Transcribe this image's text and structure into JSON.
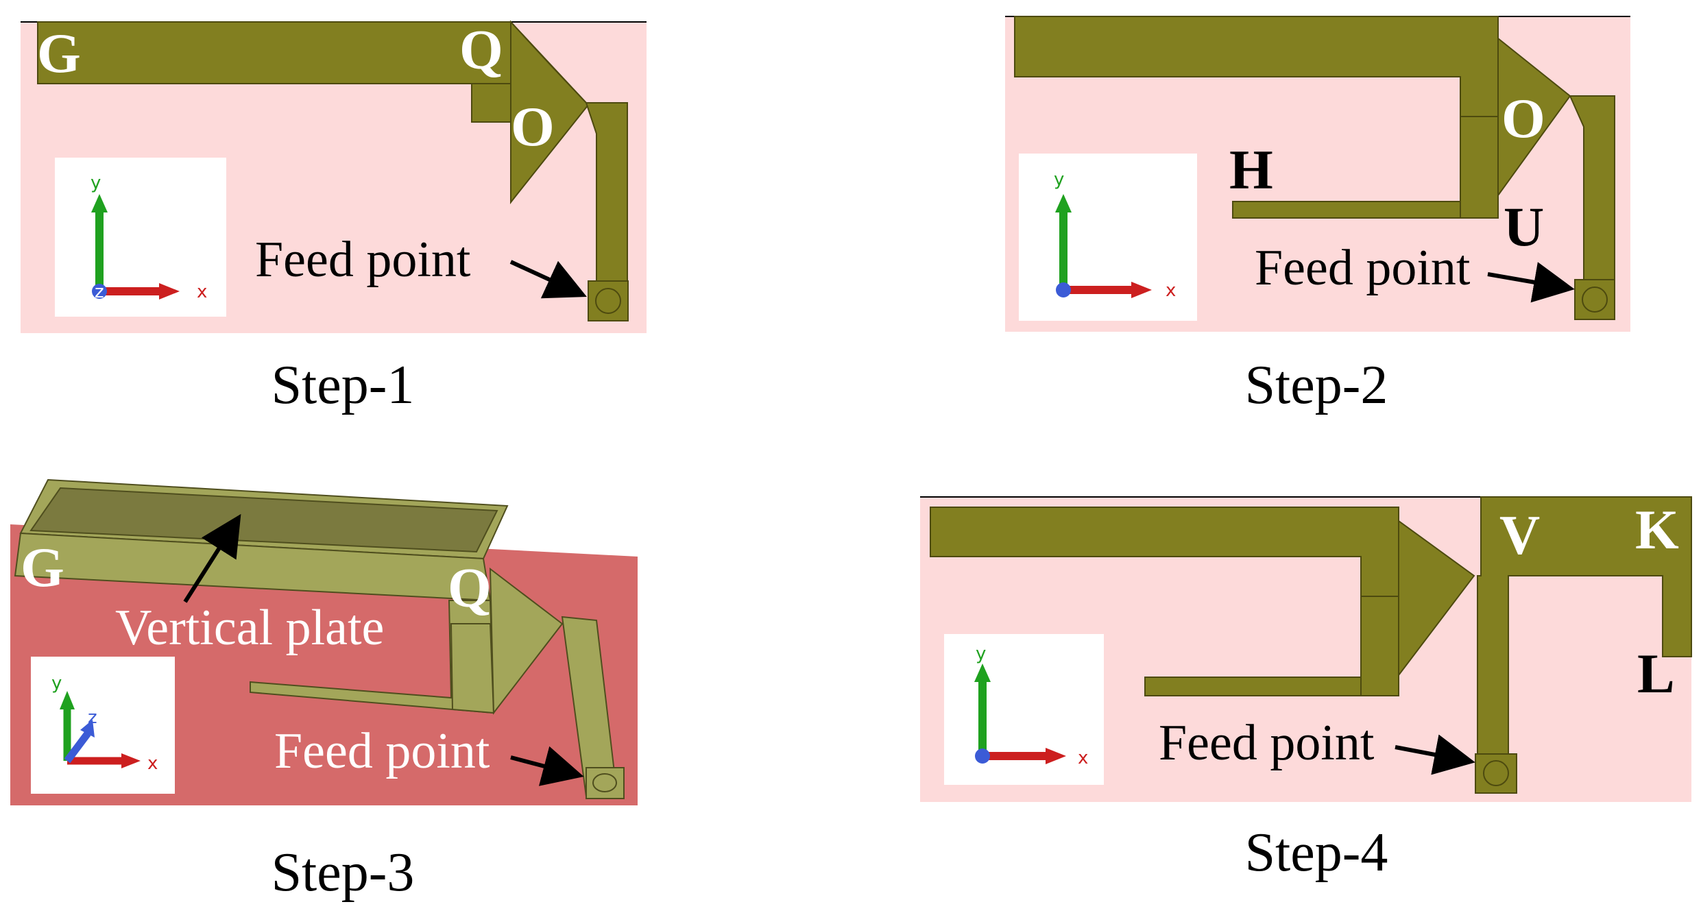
{
  "steps": [
    {
      "caption": "Step-1",
      "labels": [
        "G",
        "Q",
        "O"
      ],
      "feed_label": "Feed point"
    },
    {
      "caption": "Step-2",
      "labels": [
        "H",
        "O",
        "U"
      ],
      "feed_label": "Feed point"
    },
    {
      "caption": "Step-3",
      "labels": [
        "G",
        "Q"
      ],
      "feed_label": "Feed point",
      "plate_label": "Vertical plate"
    },
    {
      "caption": "Step-4",
      "labels": [
        "V",
        "K",
        "L"
      ],
      "feed_label": "Feed point"
    }
  ],
  "axes": {
    "x": "x",
    "y": "y",
    "z": "z"
  },
  "colors": {
    "background_light": "#fddada",
    "background_dark": "#d56a6a",
    "antenna": "#827f20",
    "antenna_3d": "#a3a65a",
    "antenna_3d_dark": "#7b7a3f",
    "axis_y": "#1fa11f",
    "axis_x": "#cc1f1f",
    "axis_z": "#3b5bd6"
  }
}
